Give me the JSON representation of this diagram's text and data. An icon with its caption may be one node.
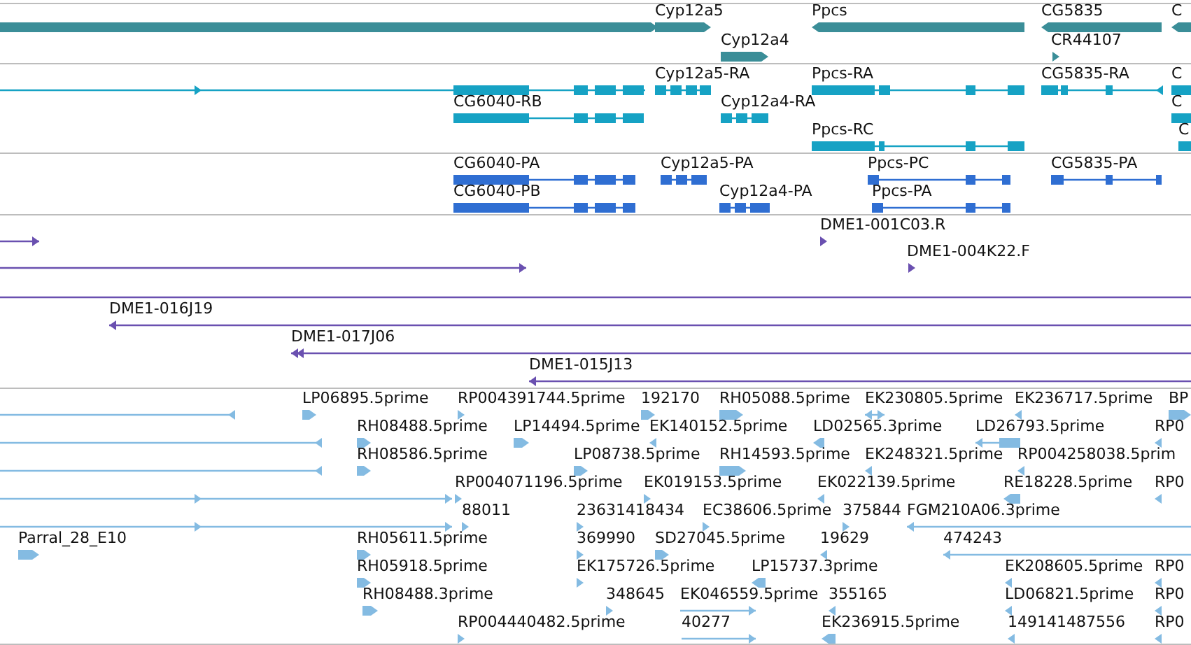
{
  "diagram": {
    "nodes": [
      {
        "text": [],
        "shape": "bar"
      },
      {
        "text": [
          "Cyp12a5"
        ]
      },
      {
        "text": [
          "Ppcs"
        ]
      },
      {
        "text": [
          "CG5835"
        ]
      },
      {
        "text": [
          "C"
        ]
      },
      {
        "text": [
          "Cyp12a4"
        ]
      },
      {
        "text": [
          "CR44107"
        ]
      },
      {
        "text": [],
        "shape": "bar"
      },
      {
        "text": [
          "Cyp12a5-RA"
        ]
      },
      {
        "text": [
          "Ppcs-RA"
        ]
      },
      {
        "text": [
          "CG5835-RA"
        ]
      },
      {
        "text": [
          "C"
        ]
      },
      {
        "text": [
          "CG6040-RB"
        ]
      },
      {
        "text": [
          "Cyp12a4-RA"
        ]
      },
      {
        "text": [
          "C"
        ]
      },
      {
        "text": [
          "Ppcs-RC"
        ]
      },
      {
        "text": [
          "C"
        ]
      },
      {
        "text": [
          "CG6040-PA"
        ]
      },
      {
        "text": [
          "Cyp12a5-PA"
        ]
      },
      {
        "text": [
          "Ppcs-PC"
        ]
      },
      {
        "text": [
          "CG5835-PA"
        ]
      },
      {
        "text": [
          "CG6040-PB"
        ]
      },
      {
        "text": [
          "Cyp12a4-PA"
        ]
      },
      {
        "text": [
          "Ppcs-PA"
        ]
      },
      {
        "text": [],
        "shape": "bar"
      },
      {
        "text": [
          "DME1-001C03.R"
        ]
      },
      {
        "text": [],
        "shape": "bar"
      },
      {
        "text": [
          "DME1-004K22.F"
        ]
      },
      {
        "text": [],
        "shape": "bar"
      },
      {
        "text": [
          "DME1-016J19"
        ]
      },
      {
        "text": [
          "DME1-017J06"
        ]
      },
      {
        "text": [
          "DME1-015J13"
        ]
      },
      {
        "text": [],
        "shape": "bar"
      },
      {
        "text": [
          "LP06895.5prime"
        ]
      },
      {
        "text": [
          "RP004391744.5prime"
        ]
      },
      {
        "text": [
          "192170"
        ]
      },
      {
        "text": [
          "RH05088.5prime"
        ]
      },
      {
        "text": [
          "EK230805.5prime"
        ]
      },
      {
        "text": [
          "EK236717.5prime"
        ]
      },
      {
        "text": [
          "BP"
        ]
      },
      {
        "text": [],
        "shape": "bar"
      },
      {
        "text": [
          "RH08488.5prime"
        ]
      },
      {
        "text": [
          "LP14494.5prime"
        ]
      },
      {
        "text": [
          "EK140152.5prime"
        ]
      },
      {
        "text": [
          "LD02565.3prime"
        ]
      },
      {
        "text": [
          "LD26793.5prime"
        ]
      },
      {
        "text": [
          "RP0"
        ]
      },
      {
        "text": [],
        "shape": "bar"
      },
      {
        "text": [
          "RH08586.5prime"
        ]
      },
      {
        "text": [
          "LP08738.5prime"
        ]
      },
      {
        "text": [
          "RH14593.5prime"
        ]
      },
      {
        "text": [
          "EK248321.5prime"
        ]
      },
      {
        "text": [
          "RP004258038.5prim"
        ]
      },
      {
        "text": [],
        "shape": "bar"
      },
      {
        "text": [
          "RP004071196.5prime"
        ]
      },
      {
        "text": [
          "EK019153.5prime"
        ]
      },
      {
        "text": [
          "EK022139.5prime"
        ]
      },
      {
        "text": [
          "RE18228.5prime"
        ]
      },
      {
        "text": [
          "RP0"
        ]
      },
      {
        "text": [],
        "shape": "bar"
      },
      {
        "text": [
          "88011"
        ]
      },
      {
        "text": [
          "23631418434"
        ]
      },
      {
        "text": [
          "EC38606.5prime"
        ]
      },
      {
        "text": [
          "375844"
        ]
      },
      {
        "text": [
          "FGM210A06.3prime"
        ]
      },
      {
        "text": [
          "Parral_28_E10"
        ]
      },
      {
        "text": [
          "RH05611.5prime"
        ]
      },
      {
        "text": [
          "369990"
        ]
      },
      {
        "text": [
          "SD27045.5prime"
        ]
      },
      {
        "text": [
          "19629"
        ]
      },
      {
        "text": [
          "474243"
        ]
      },
      {
        "text": [
          "RH05918.5prime"
        ]
      },
      {
        "text": [
          "EK175726.5prime"
        ]
      },
      {
        "text": [
          "LP15737.3prime"
        ]
      },
      {
        "text": [
          "EK208605.5prime"
        ]
      },
      {
        "text": [
          "RP0"
        ]
      },
      {
        "text": [
          "RH08488.3prime"
        ]
      },
      {
        "text": [
          "348645"
        ]
      },
      {
        "text": [
          "EK046559.5prime"
        ]
      },
      {
        "text": [
          "355165"
        ]
      },
      {
        "text": [
          "LD06821.5prime"
        ]
      },
      {
        "text": [
          "RP0"
        ]
      },
      {
        "text": [
          "RP004440482.5prime"
        ]
      },
      {
        "text": [
          "40277"
        ]
      },
      {
        "text": [
          "EK236915.5prime"
        ]
      },
      {
        "text": [
          "149141487556"
        ]
      },
      {
        "text": [
          "RP0"
        ]
      }
    ]
  }
}
